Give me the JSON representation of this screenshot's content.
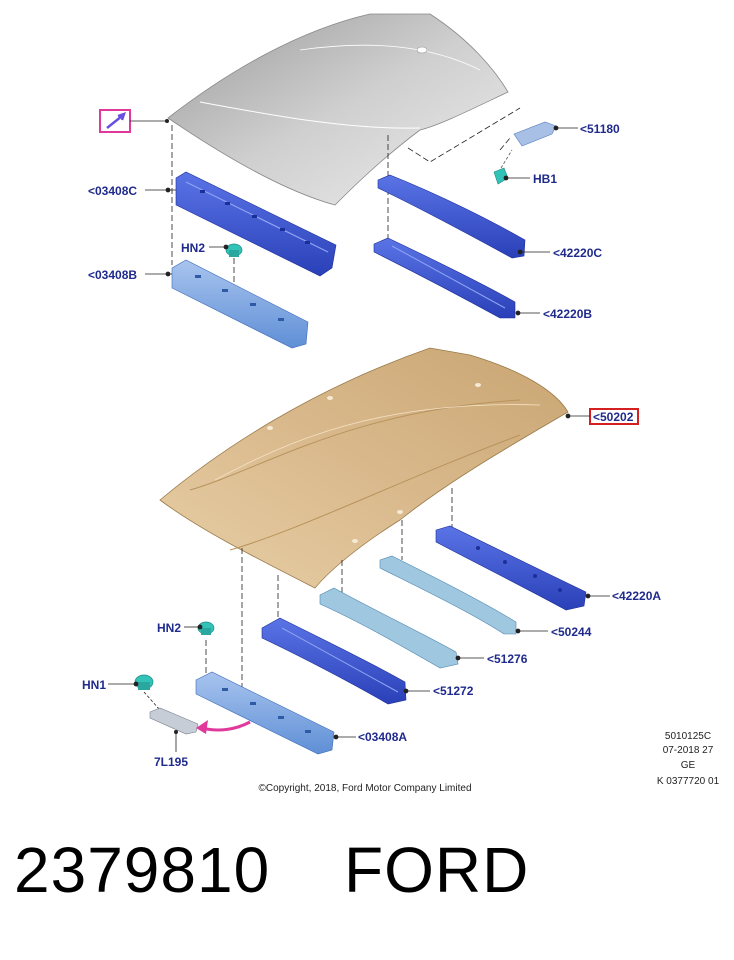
{
  "callouts": {
    "c51180": "<51180",
    "hb1": "HB1",
    "c03408c": "<03408C",
    "hn2_top": "HN2",
    "c42220c": "<42220C",
    "c03408b": "<03408B",
    "c42220b": "<42220B",
    "c50202": "<50202",
    "c42220a": "<42220A",
    "c50244": "<50244",
    "hn2_bottom": "HN2",
    "c51276": "<51276",
    "hn1": "HN1",
    "c51272": "<51272",
    "c03408a": "<03408A",
    "c7l195": "7L195"
  },
  "stamp": {
    "line1": "5010125C",
    "line2": "07-2018 27",
    "line3": "GE",
    "line4": "K 0377720 01"
  },
  "copyright": "©Copyright, 2018, Ford Motor Company Limited",
  "part_number": "2379810",
  "brand": "FORD",
  "colors": {
    "callout_text": "#1f2a8c",
    "highlight_magenta": "#e0399b",
    "highlight_red": "#d42020",
    "roof_panel_gray": "#c9c9c9",
    "roof_panel_tan": "#d9b98c",
    "bow_blue": "#3a55d6",
    "bracket_light_blue": "#6fa0de",
    "fastener_teal": "#33c2b8"
  },
  "icons": {
    "view_arrow": "view-direction-arrow-icon",
    "swing_arrow": "curved-arrow-icon"
  }
}
